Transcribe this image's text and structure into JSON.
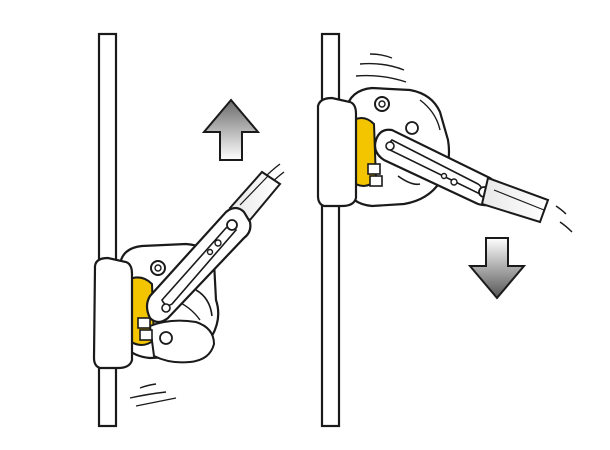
{
  "figure": {
    "panels": [
      {
        "name": "left-panel",
        "motion": "up",
        "arrow_icon": "arrow-up-icon",
        "device_icon": "rope-clamp-icon"
      },
      {
        "name": "right-panel",
        "motion": "down",
        "arrow_icon": "arrow-down-icon",
        "device_icon": "rope-clamp-icon"
      }
    ],
    "colors": {
      "line": "#1a1a1a",
      "fill": "#ffffff",
      "cam_yellow": "#f2c500",
      "arrow_light": "#f4f4f4",
      "arrow_dark": "#5a5a5a"
    }
  }
}
